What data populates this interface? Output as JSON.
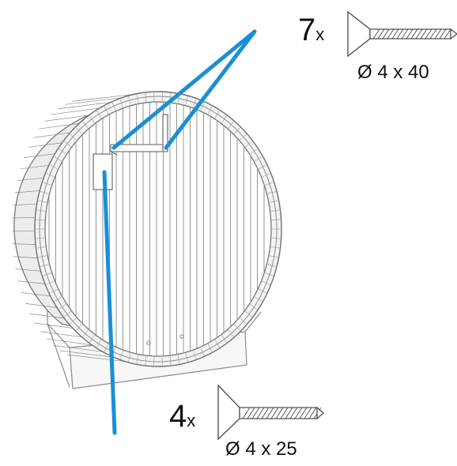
{
  "screws": [
    {
      "count": "7",
      "multiplier": "x",
      "size": "Ø 4 x 40"
    },
    {
      "count": "4",
      "multiplier": "x",
      "size": "Ø 4 x 25"
    }
  ],
  "colors": {
    "leader": "#1a8fd6",
    "line": "#6e6e6e",
    "text": "#111111"
  }
}
